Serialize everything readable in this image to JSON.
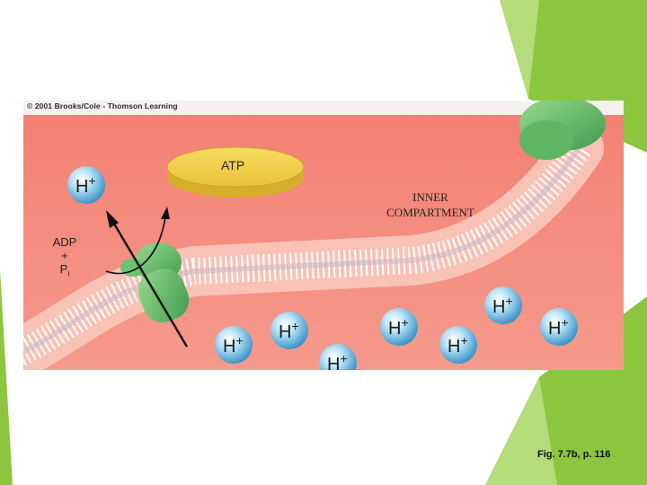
{
  "figure": {
    "copyright": "© 2001 Brooks/Cole - Thomson Learning",
    "atp_label": "ATP",
    "compartment_label": [
      "INNER",
      "COMPARTMENT"
    ],
    "adp_label": "ADP",
    "plus_sign": "+",
    "pi_label": "P",
    "pi_subscript": "i",
    "proton_label": "H",
    "proton_charge": "+",
    "caption": "Fig. 7.7b, p. 116"
  },
  "colors": {
    "accent_green": "#8cc63f",
    "cytoplasm": "#f28878",
    "atp_disc": "#f2cf46",
    "synthase": "#58b35e",
    "proton": "#4aa6d6"
  }
}
